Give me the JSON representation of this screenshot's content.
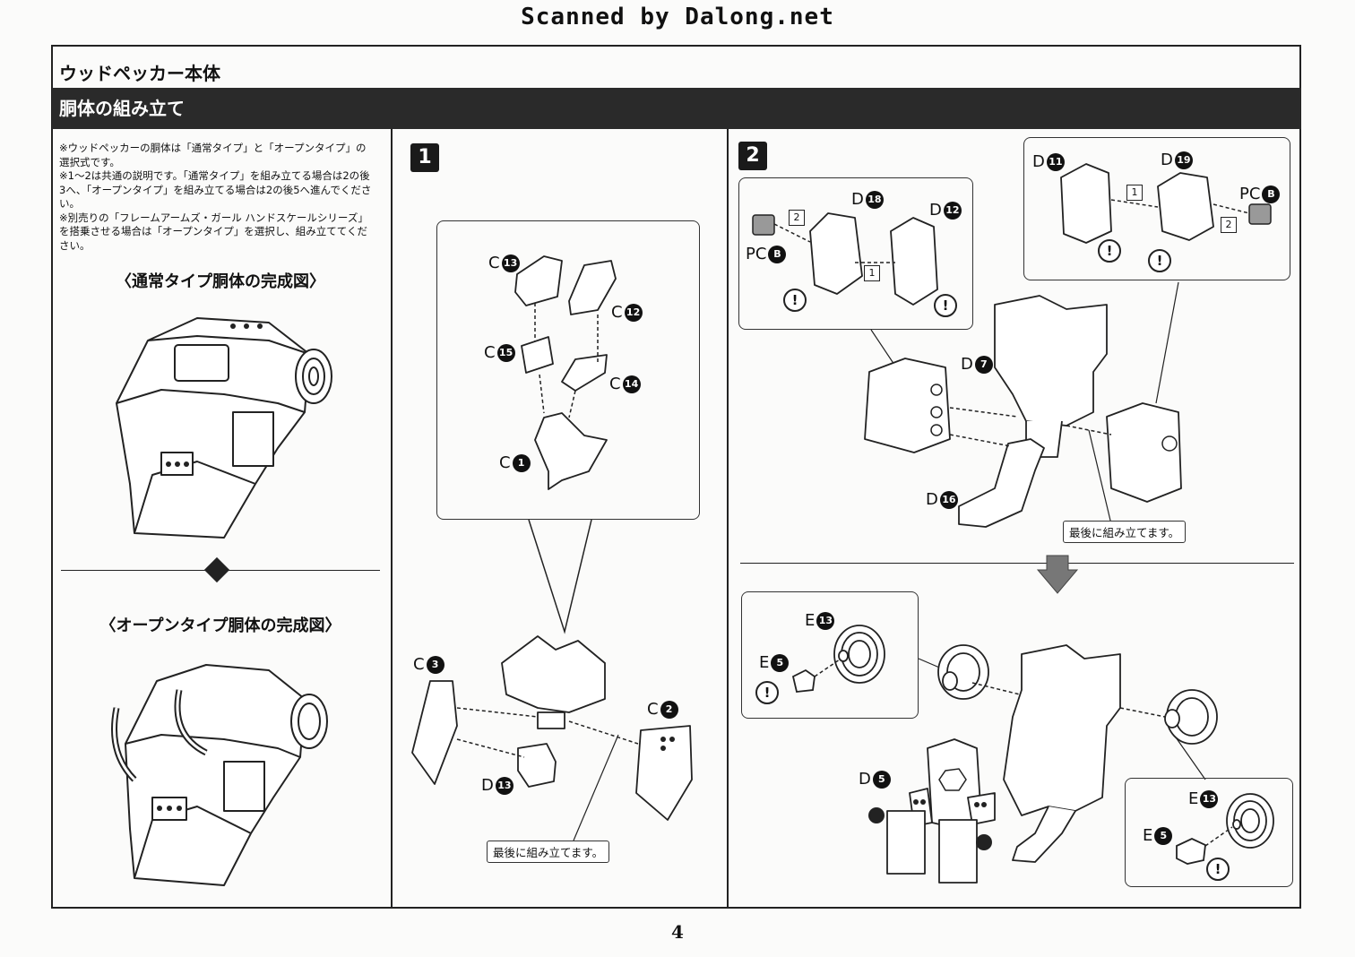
{
  "watermark": "Scanned by Dalong.net",
  "page_title": "ウッドペッカー本体",
  "section_title": "胴体の組み立て",
  "notes": [
    "※ウッドペッカーの胴体は「通常タイプ」と「オープンタイプ」の選択式です。",
    "※1～2は共通の説明です。「通常タイプ」を組み立てる場合は2の後3へ、「オープンタイプ」を組み立てる場合は2の後5へ進んでください。",
    "※別売りの「フレームアームズ・ガール ハンドスケールシリーズ」を搭乗させる場合は「オープンタイプ」を選択し、組み立ててください。"
  ],
  "figures": {
    "normal": "〈通常タイプ胴体の完成図〉",
    "open": "〈オープンタイプ胴体の完成図〉"
  },
  "steps": {
    "step1": {
      "number": "1",
      "labels": [
        {
          "runner": "C",
          "num": "13"
        },
        {
          "runner": "C",
          "num": "12"
        },
        {
          "runner": "C",
          "num": "15"
        },
        {
          "runner": "C",
          "num": "14"
        },
        {
          "runner": "C",
          "num": "1"
        },
        {
          "runner": "C",
          "num": "3"
        },
        {
          "runner": "C",
          "num": "2"
        },
        {
          "runner": "D",
          "num": "13"
        }
      ],
      "callout": "最後に組み立てます。"
    },
    "step2": {
      "number": "2",
      "labels": [
        {
          "runner": "D",
          "num": "18"
        },
        {
          "runner": "D",
          "num": "12"
        },
        {
          "runner": "PC",
          "num": "B"
        },
        {
          "runner": "D",
          "num": "11"
        },
        {
          "runner": "D",
          "num": "19"
        },
        {
          "runner": "PC",
          "num": "B"
        },
        {
          "runner": "D",
          "num": "7"
        },
        {
          "runner": "D",
          "num": "16"
        },
        {
          "runner": "E",
          "num": "13"
        },
        {
          "runner": "E",
          "num": "5"
        },
        {
          "runner": "D",
          "num": "5"
        },
        {
          "runner": "E",
          "num": "13"
        },
        {
          "runner": "E",
          "num": "5"
        }
      ],
      "order_marks": [
        "1",
        "2",
        "1",
        "2"
      ],
      "warning_mark": "!",
      "callout": "最後に組み立てます。"
    }
  },
  "page_number": "4"
}
